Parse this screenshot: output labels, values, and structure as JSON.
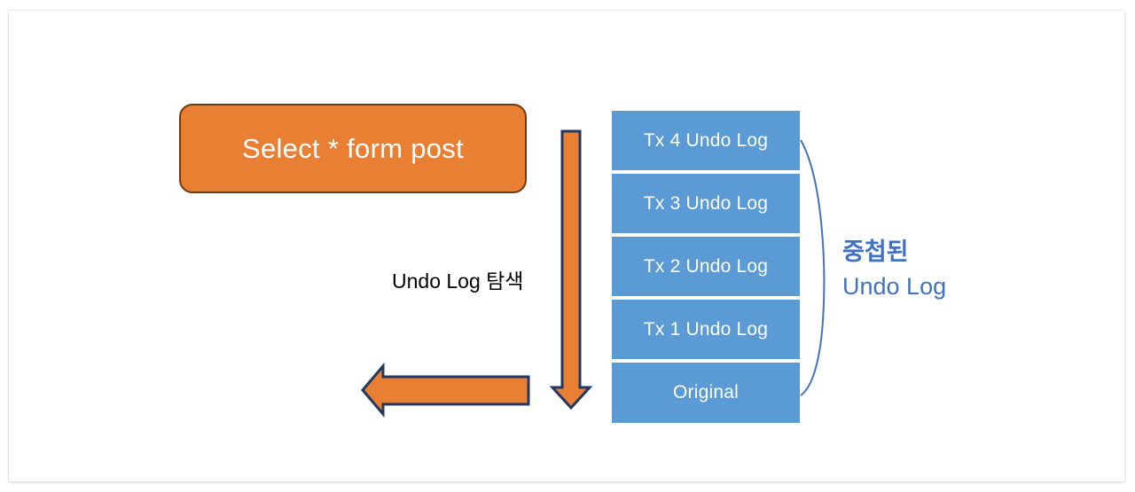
{
  "slide": {
    "background_color": "#FFFFFF",
    "accent_orange": "#E97F33",
    "accent_orange_border": "#703A10",
    "accent_blue": "#5B9BD5",
    "label_blue": "#3F72C4",
    "arrow_outline": "#1F3864"
  },
  "query_box": {
    "label": "Select * form post"
  },
  "undo_stack": {
    "boxes": [
      {
        "label": "Tx 4 Undo Log"
      },
      {
        "label": "Tx 3 Undo Log"
      },
      {
        "label": "Tx 2 Undo Log"
      },
      {
        "label": "Tx 1 Undo Log"
      },
      {
        "label": "Original"
      }
    ]
  },
  "traverse_arrow": {
    "label": "Undo Log 탐색"
  },
  "brace_annotation": {
    "line1": "중첩된",
    "line2": "Undo Log"
  }
}
